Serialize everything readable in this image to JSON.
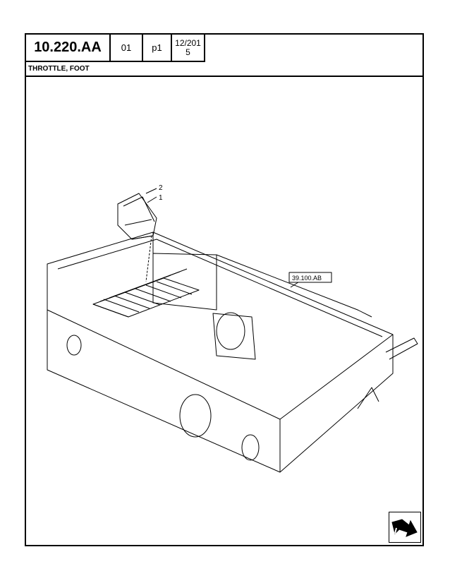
{
  "header": {
    "section_code": "10.220.AA",
    "sequence": "01",
    "page": "p1",
    "date": "12/201\n5"
  },
  "title": "THROTTLE, FOOT",
  "drawing": {
    "callouts": [
      "2",
      "1"
    ],
    "reference_label": "39.100.AB"
  },
  "navigation": {
    "icon": "next-page-arrow-icon"
  }
}
